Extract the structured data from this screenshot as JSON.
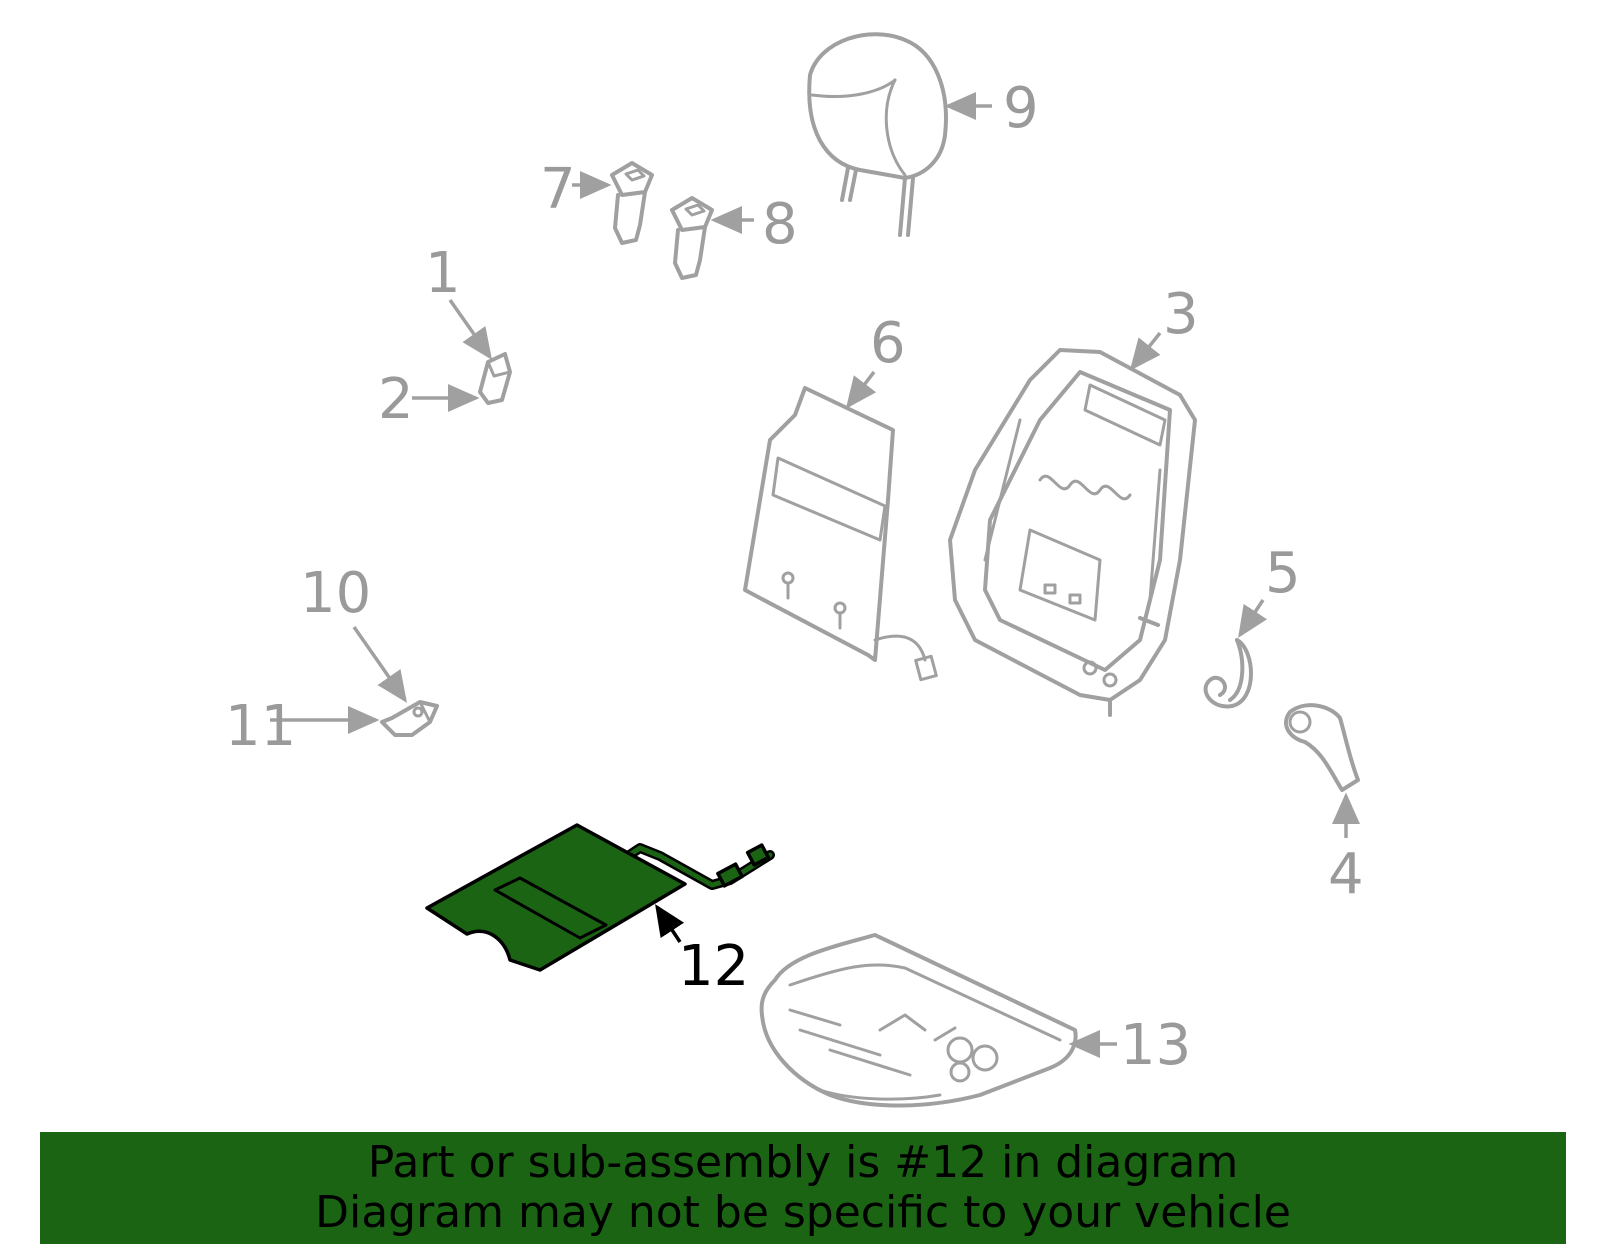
{
  "callouts": {
    "c1": "1",
    "c2": "2",
    "c3": "3",
    "c4": "4",
    "c5": "5",
    "c6": "6",
    "c7": "7",
    "c8": "8",
    "c9": "9",
    "c10": "10",
    "c11": "11",
    "c12": "12",
    "c13": "13"
  },
  "highlighted_part": "12",
  "colors": {
    "highlight": "#1a6414",
    "parts": "#a0a0a0",
    "banner": "#1a6414"
  },
  "banner": {
    "line1": "Part or sub-assembly is #12 in diagram",
    "line2": "Diagram may not be specific to your vehicle"
  }
}
